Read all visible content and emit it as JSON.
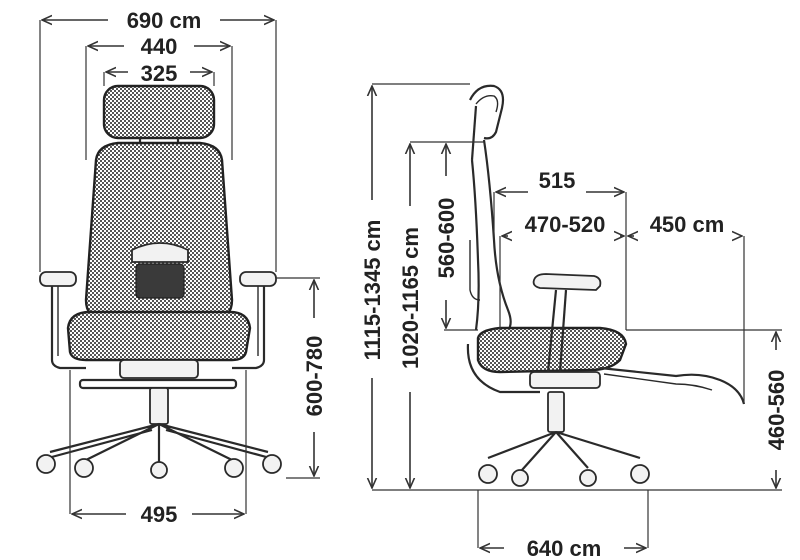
{
  "front_view": {
    "overall_width": "690 cm",
    "back_width": "440",
    "headrest_width": "325",
    "base_width": "495",
    "armrest_height": "600-780"
  },
  "side_view": {
    "total_height": "1115-1345 cm",
    "back_height": "1020-1165 cm",
    "back_adjust": "560-600",
    "depth": "515",
    "seat_depth": "470-520",
    "footrest_extension": "450 cm",
    "seat_height": "460-560",
    "base_depth": "640 cm"
  }
}
